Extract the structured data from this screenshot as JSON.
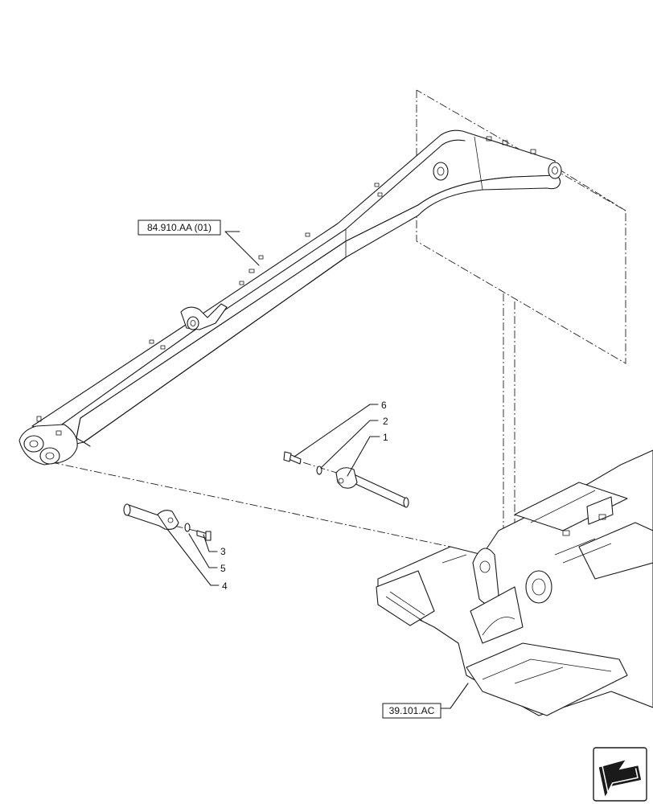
{
  "references": {
    "boom_ref": "84.910.AA (01)",
    "frame_ref": "39.101.AC"
  },
  "callouts": {
    "c1": "1",
    "c2": "2",
    "c3": "3",
    "c4": "4",
    "c5": "5",
    "c6": "6"
  },
  "icons": {
    "nav_arrow": "arrow-icon"
  }
}
